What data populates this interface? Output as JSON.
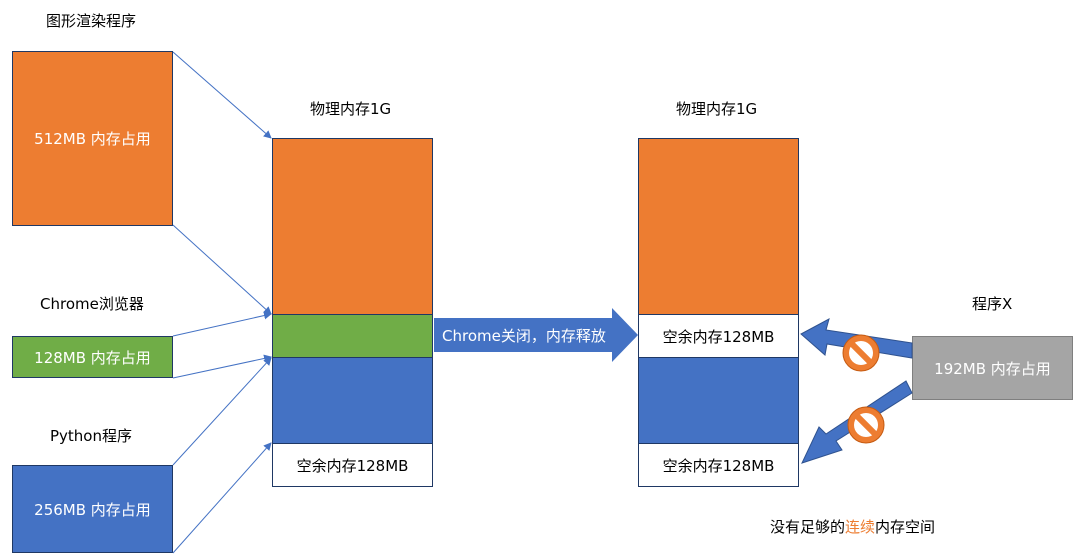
{
  "programs": {
    "graphics": {
      "title": "图形渲染程序",
      "usage": "512MB 内存占用"
    },
    "chrome": {
      "title": "Chrome浏览器",
      "usage": "128MB 内存占用"
    },
    "python": {
      "title": "Python程序",
      "usage": "256MB 内存占用"
    },
    "programX": {
      "title": "程序X",
      "usage": "192MB 内存占用"
    }
  },
  "memory_before": {
    "title": "物理内存1G",
    "free_label": "空余内存128MB"
  },
  "transition": {
    "label": "Chrome关闭，内存释放"
  },
  "memory_after": {
    "title": "物理内存1G",
    "free_label_1": "空余内存128MB",
    "free_label_2": "空余内存128MB"
  },
  "conclusion": {
    "prefix": "没有足够的",
    "highlight": "连续",
    "suffix": "内存空间"
  },
  "colors": {
    "orange": "#ed7d31",
    "green": "#70ad47",
    "blue": "#4472c4",
    "gray": "#a5a5a5",
    "arrow_blue": "#4472c4",
    "forbidden": "#ed7d31"
  },
  "icons": {
    "forbidden": "no-entry-icon"
  }
}
